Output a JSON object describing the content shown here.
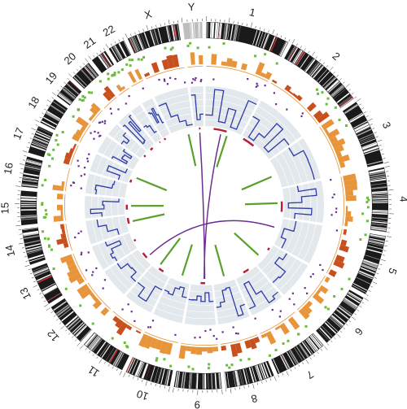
{
  "figure": {
    "chromosomes": [
      {
        "name": "1",
        "size": 249
      },
      {
        "name": "2",
        "size": 243
      },
      {
        "name": "3",
        "size": 198
      },
      {
        "name": "4",
        "size": 191
      },
      {
        "name": "5",
        "size": 181
      },
      {
        "name": "6",
        "size": 171
      },
      {
        "name": "7",
        "size": 159
      },
      {
        "name": "8",
        "size": 146
      },
      {
        "name": "9",
        "size": 141
      },
      {
        "name": "10",
        "size": 136
      },
      {
        "name": "11",
        "size": 135
      },
      {
        "name": "12",
        "size": 134
      },
      {
        "name": "13",
        "size": 115
      },
      {
        "name": "14",
        "size": 107
      },
      {
        "name": "15",
        "size": 102
      },
      {
        "name": "16",
        "size": 90
      },
      {
        "name": "17",
        "size": 83
      },
      {
        "name": "18",
        "size": 80
      },
      {
        "name": "19",
        "size": 59
      },
      {
        "name": "20",
        "size": 64
      },
      {
        "name": "21",
        "size": 48
      },
      {
        "name": "22",
        "size": 51
      },
      {
        "name": "X",
        "size": 155
      },
      {
        "name": "Y",
        "size": 59
      }
    ],
    "links": [
      {
        "a": "9",
        "b": "Y",
        "color": "#6b2d8f"
      },
      {
        "a": "9",
        "b": "1",
        "color": "#6b2d8f"
      },
      {
        "a": "12",
        "b": "5",
        "color": "#6b2d8f"
      },
      {
        "a": "8",
        "b": "7",
        "color": "#5aa02c"
      },
      {
        "a": "10",
        "b": "9",
        "color": "#5aa02c"
      },
      {
        "a": "4",
        "b": "4",
        "color": "#5aa02c"
      },
      {
        "a": "3",
        "b": "2",
        "color": "#5aa02c"
      },
      {
        "a": "15",
        "b": "16",
        "color": "#5aa02c"
      },
      {
        "a": "14",
        "b": "15",
        "color": "#5aa02c"
      },
      {
        "a": "17",
        "b": "18",
        "color": "#5aa02c"
      },
      {
        "a": "1",
        "b": "2",
        "color": "#5aa02c"
      },
      {
        "a": "6",
        "b": "6",
        "color": "#5aa02c"
      },
      {
        "a": "11",
        "b": "10",
        "color": "#5aa02c"
      },
      {
        "a": "X",
        "b": "22",
        "color": "#5aa02c"
      }
    ],
    "colors": {
      "ideogram": "#1a1a1a",
      "band_highlight": "#c0282d",
      "gain": "#e8943a",
      "loss": "#c8501e",
      "snv_green": "#6dbb3c",
      "panel_bg": "#e3e8ec",
      "cn_line": "#2f3aa8",
      "red_segment": "#b8203a",
      "dots_purple": "#6a2d8f",
      "link_purple": "#6b2d8f",
      "link_green": "#5aa02c"
    }
  }
}
